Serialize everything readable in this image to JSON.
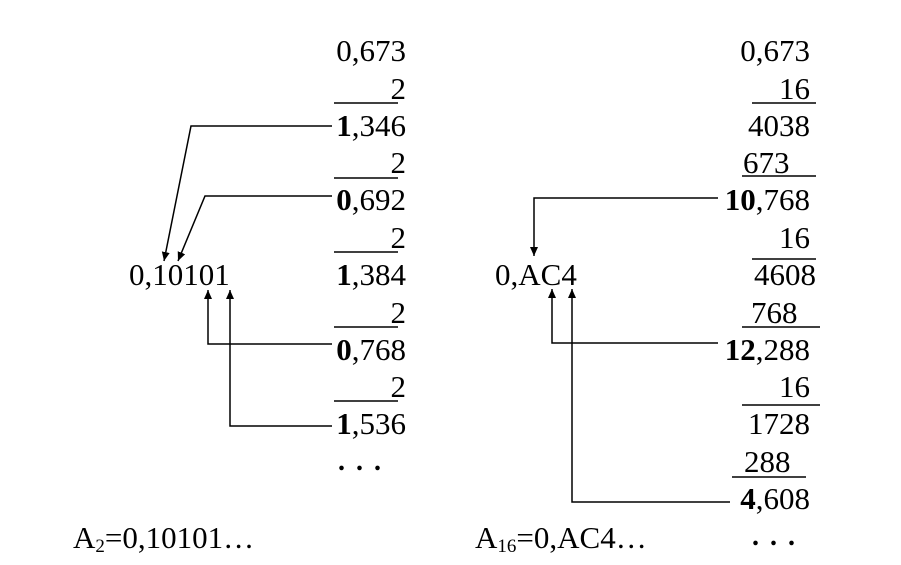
{
  "binary": {
    "rows": [
      {
        "int": "",
        "frac": "0,673"
      },
      {
        "int": "",
        "frac": "2"
      },
      {
        "int": "1",
        "frac": ",346"
      },
      {
        "int": "",
        "frac": "2"
      },
      {
        "int": "0",
        "frac": ",692"
      },
      {
        "int": "",
        "frac": "2"
      },
      {
        "int": "1",
        "frac": ",384"
      },
      {
        "int": "",
        "frac": "2"
      },
      {
        "int": "0",
        "frac": ",768"
      },
      {
        "int": "",
        "frac": "2"
      },
      {
        "int": "1",
        "frac": ",536"
      }
    ],
    "ellipsis": ". . .",
    "result": "0,10101",
    "formula_prefix": "A",
    "formula_base": "2",
    "formula_value": "=0,10101…"
  },
  "hex": {
    "rows": [
      {
        "int": "",
        "frac": "0,673"
      },
      {
        "int": "",
        "frac": "16"
      },
      {
        "int": "",
        "frac": "4038"
      },
      {
        "int": "",
        "frac": "673"
      },
      {
        "int": "10",
        "frac": ",768"
      },
      {
        "int": "",
        "frac": "16"
      },
      {
        "int": "",
        "frac": "4608"
      },
      {
        "int": "",
        "frac": "768"
      },
      {
        "int": "12",
        "frac": ",288"
      },
      {
        "int": "",
        "frac": "16"
      },
      {
        "int": "",
        "frac": "1728"
      },
      {
        "int": "",
        "frac": "288"
      },
      {
        "int": "4",
        "frac": ",608"
      }
    ],
    "ellipsis": ". . .",
    "result": "0,AC4",
    "formula_prefix": "A",
    "formula_base": "16",
    "formula_value": "=0,AC4…"
  }
}
